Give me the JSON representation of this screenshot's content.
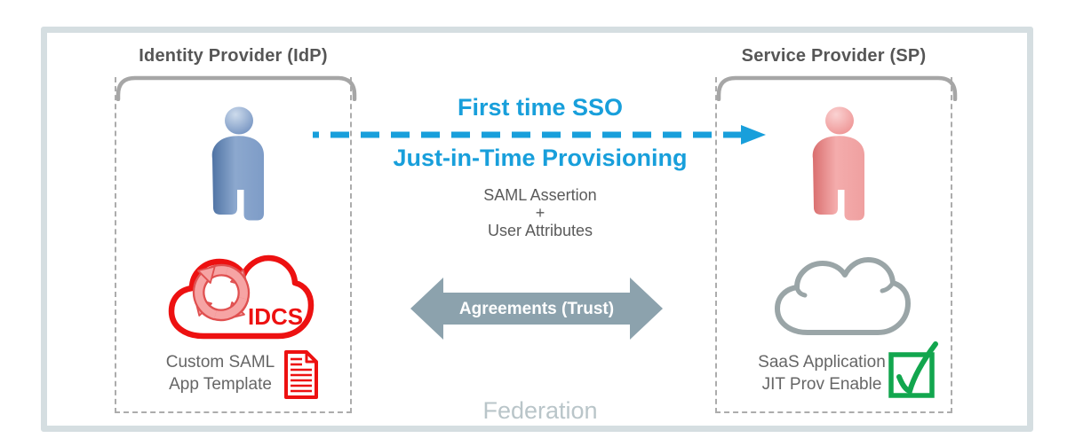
{
  "diagram": {
    "idp": {
      "title": "Identity Provider (IdP)",
      "cloud_label": "IDCS",
      "caption_line1": "Custom SAML",
      "caption_line2": "App Template"
    },
    "sp": {
      "title": "Service Provider (SP)",
      "caption_line1": "SaaS Application",
      "caption_line2": "JIT Prov Enable"
    },
    "flow": {
      "heading1": "First time SSO",
      "heading2": "Just-in-Time Provisioning",
      "payload_line1": "SAML Assertion",
      "payload_line2": "+",
      "payload_line3": "User Attributes",
      "trust_label": "Agreements (Trust)",
      "footer": "Federation"
    },
    "icons": {
      "idp_user": "blue-3d-user-figure-icon",
      "sp_user": "pink-3d-user-figure-icon",
      "idcs_cloud": "red-cloud-with-sync-arrows-icon",
      "saml_doc": "red-document-icon",
      "saas_cloud": "gray-cloud-outline-icon",
      "jit_check": "green-checkbox-checked-icon",
      "sso_arrow": "blue-dashed-right-arrow",
      "trust_arrow": "gray-double-headed-arrow"
    },
    "colors": {
      "accent_blue": "#189FDB",
      "brand_red": "#ED1111",
      "success_green": "#12A64E",
      "slate_arrow": "#8CA2AD",
      "frame_border": "#D5DEE1",
      "bracket_gray": "#A6A6A6",
      "title_gray": "#565656",
      "muted_gray": "#B9C5C9"
    }
  }
}
